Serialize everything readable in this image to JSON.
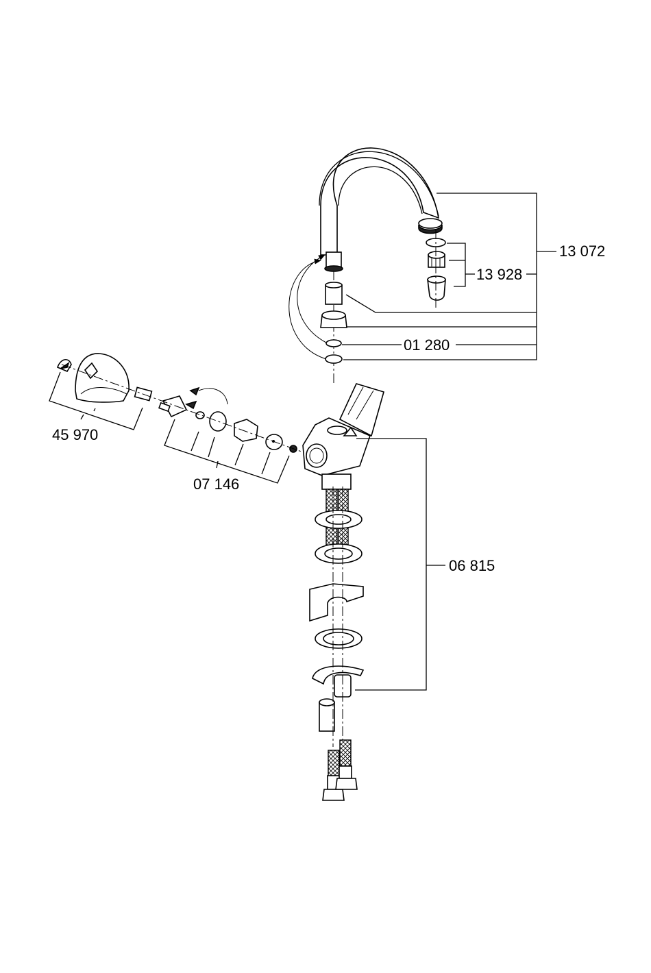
{
  "diagram": {
    "type": "exploded-parts-view",
    "subject": "faucet",
    "part_numbers": [
      {
        "id": "spout-assembly",
        "label": "13 072"
      },
      {
        "id": "aerator-set",
        "label": "13 928"
      },
      {
        "id": "o-ring-set",
        "label": "01 280"
      },
      {
        "id": "handle-set",
        "label": "45 970"
      },
      {
        "id": "cartridge-set",
        "label": "07 146"
      },
      {
        "id": "mounting-set",
        "label": "06 815"
      }
    ]
  }
}
